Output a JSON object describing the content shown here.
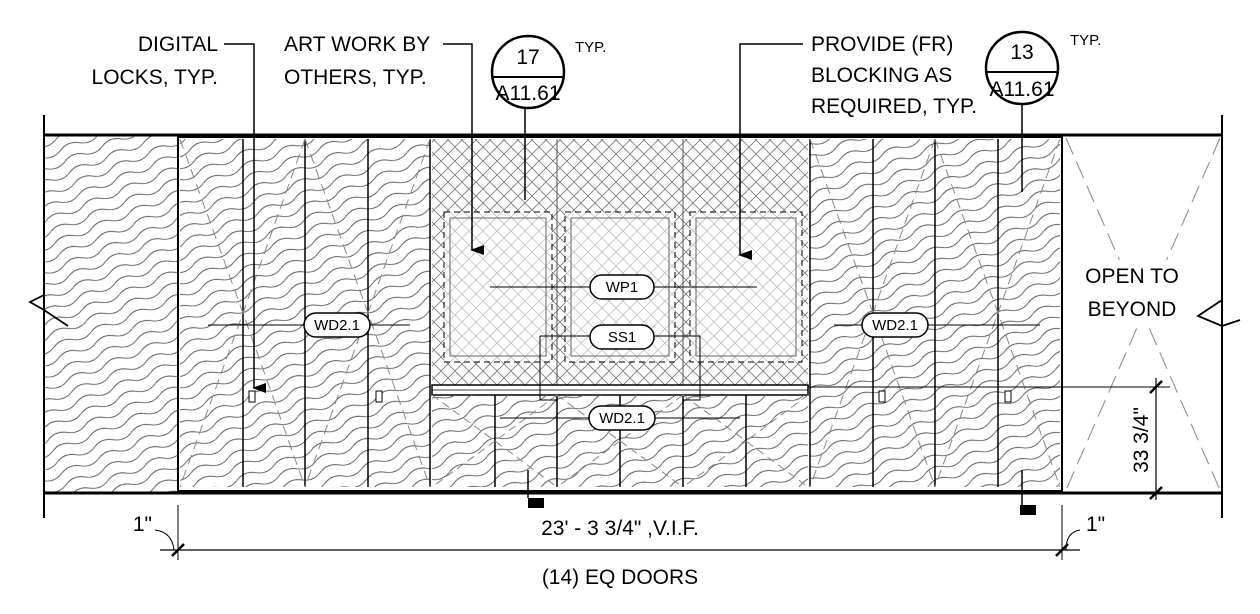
{
  "notes": {
    "digital_locks": [
      "DIGITAL",
      "LOCKS, TYP."
    ],
    "art_work": [
      "ART WORK BY",
      "OTHERS, TYP."
    ],
    "blocking": [
      "PROVIDE (FR)",
      "BLOCKING AS",
      "REQUIRED, TYP."
    ],
    "open_to_beyond": [
      "OPEN TO",
      "BEYOND"
    ]
  },
  "callouts": [
    {
      "number": "17",
      "sheet": "A11.61",
      "suffix": "TYP."
    },
    {
      "number": "13",
      "sheet": "A11.61",
      "suffix": "TYP."
    }
  ],
  "tags": {
    "wood_left": "WD2.1",
    "wood_right": "WD2.1",
    "wood_base": "WD2.1",
    "wall_panel": "WP1",
    "solid_surface": "SS1"
  },
  "dimensions": {
    "overall": "23' - 3 3/4\" ,V.I.F.",
    "left_gap": "1\"",
    "right_gap": "1\"",
    "doors": "(14) EQ DOORS",
    "height": "33 3/4\""
  }
}
